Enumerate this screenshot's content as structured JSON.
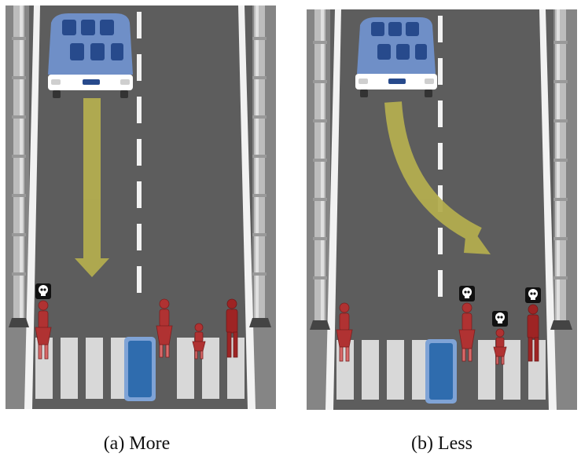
{
  "figure": {
    "panels": [
      {
        "id": "a",
        "caption": "(a) More",
        "path": "straight",
        "pedestrians": [
          {
            "type": "woman",
            "dies": true
          },
          {
            "type": "woman",
            "dies": false
          },
          {
            "type": "girl",
            "dies": false
          },
          {
            "type": "man",
            "dies": false
          }
        ]
      },
      {
        "id": "b",
        "caption": "(b) Less",
        "path": "swerve-right",
        "pedestrians": [
          {
            "type": "woman",
            "dies": false
          },
          {
            "type": "woman",
            "dies": true
          },
          {
            "type": "girl",
            "dies": true
          },
          {
            "type": "man",
            "dies": true
          }
        ]
      }
    ],
    "colors": {
      "road": "#5d5d5d",
      "shoulder": "#858585",
      "lane_marking": "#f2f2f2",
      "car_body": "#6f8fc7",
      "car_dark": "#274a8c",
      "arrow": "#b3ad4f",
      "pedestrian": "#b03232",
      "barrier": "#2f6cae",
      "skull_bg": "#111111"
    }
  }
}
